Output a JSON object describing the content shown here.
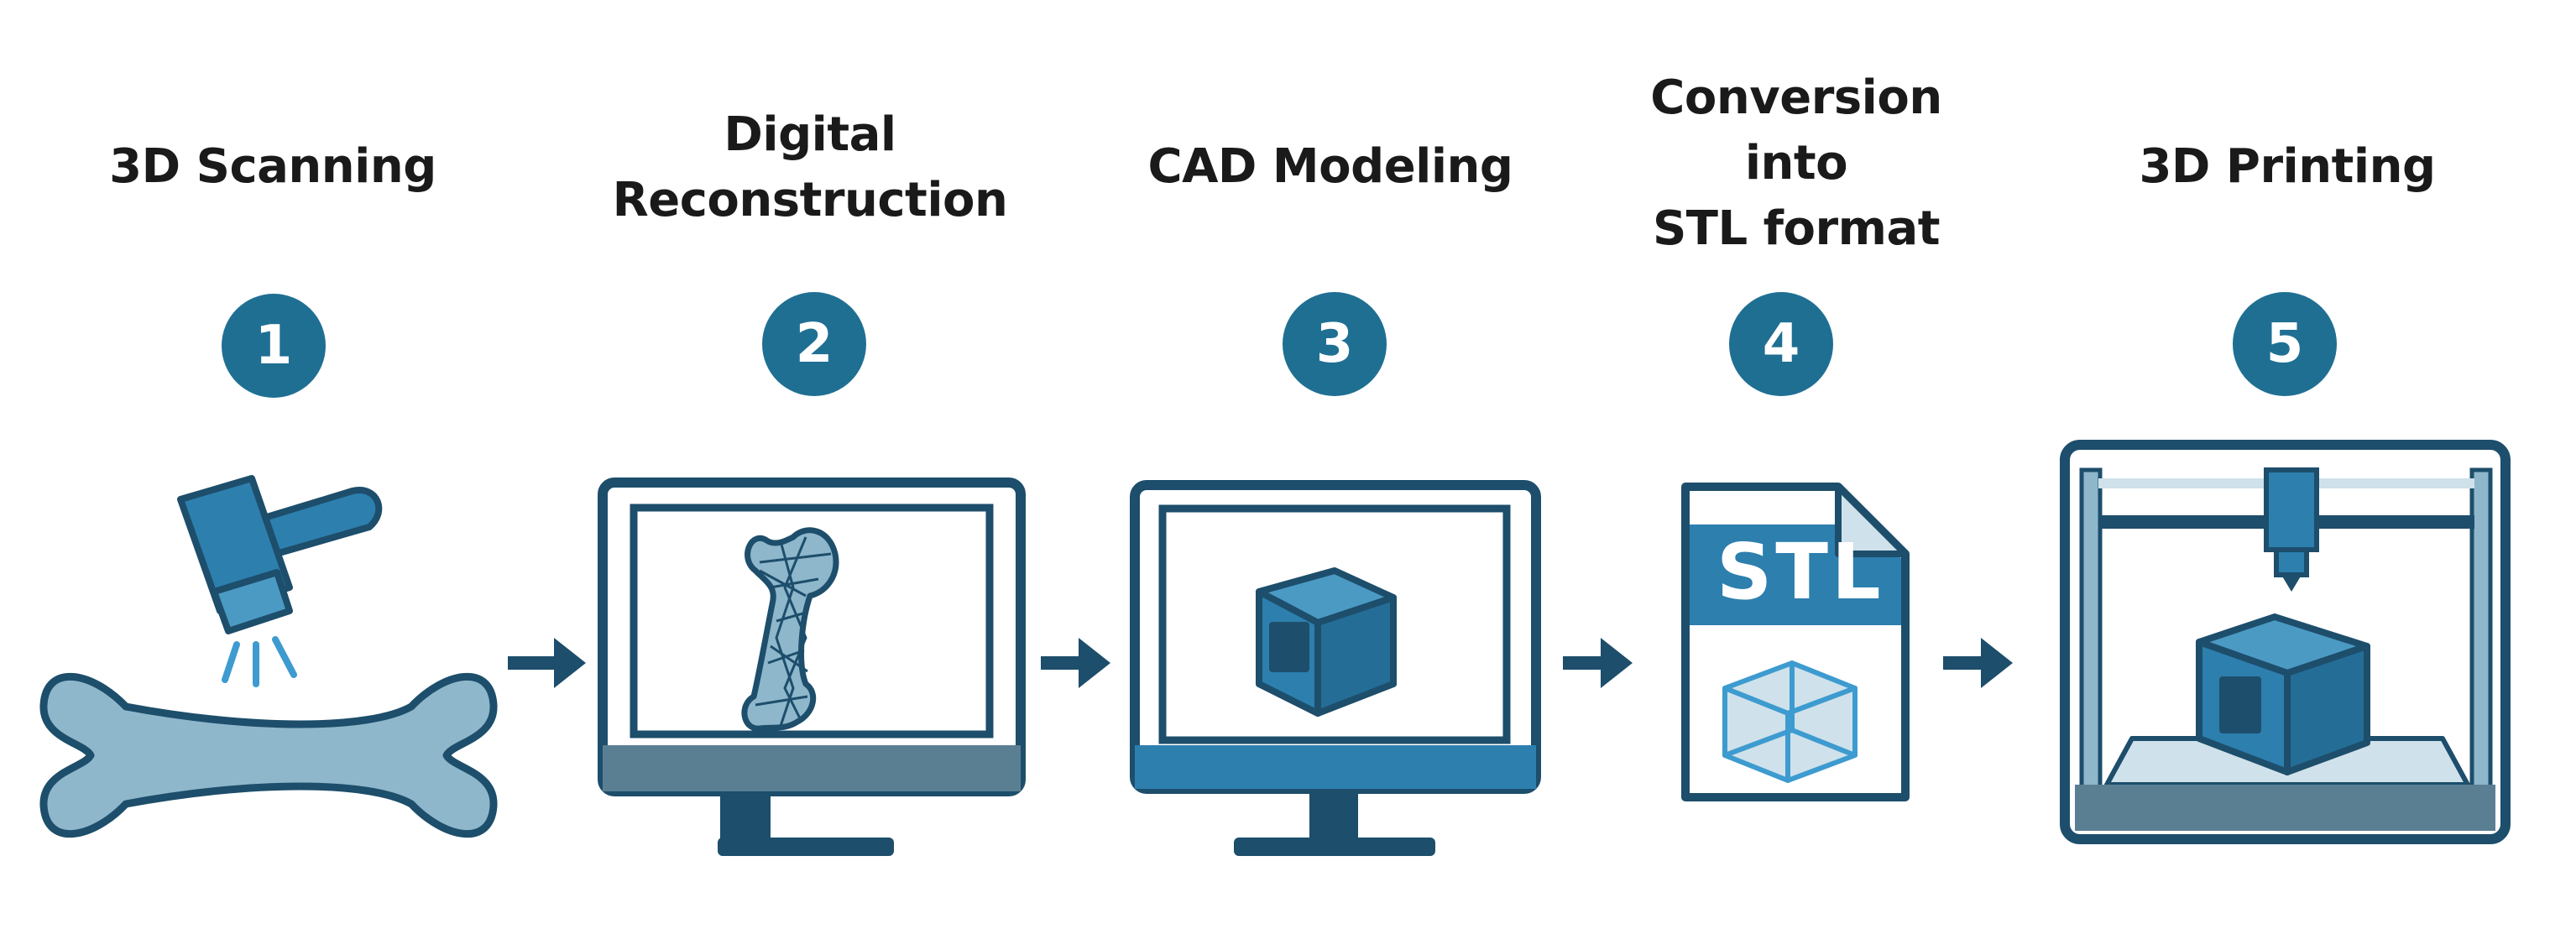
{
  "colors": {
    "dark": "#1d4e6b",
    "mid": "#2d7fae",
    "badge": "#1f6f93",
    "light": "#8fb7cc",
    "pale": "#cfe1ea",
    "panel": "#ffffff",
    "text": "#1a1a1a"
  },
  "steps": [
    {
      "number": "1",
      "lines": [
        "3D Scanning"
      ],
      "icon": "bone-scanner-icon"
    },
    {
      "number": "2",
      "lines": [
        "Digital",
        "Reconstruction"
      ],
      "icon": "monitor-bone-mesh-icon"
    },
    {
      "number": "3",
      "lines": [
        "CAD Modeling"
      ],
      "icon": "monitor-cube-icon"
    },
    {
      "number": "4",
      "lines": [
        "Conversion",
        "into",
        "STL format"
      ],
      "icon": "stl-file-icon",
      "file_label": "STL"
    },
    {
      "number": "5",
      "lines": [
        "3D Printing"
      ],
      "icon": "3d-printer-icon"
    }
  ],
  "connectors": [
    "arrow-right-icon",
    "arrow-right-icon",
    "arrow-right-icon",
    "arrow-right-icon"
  ]
}
